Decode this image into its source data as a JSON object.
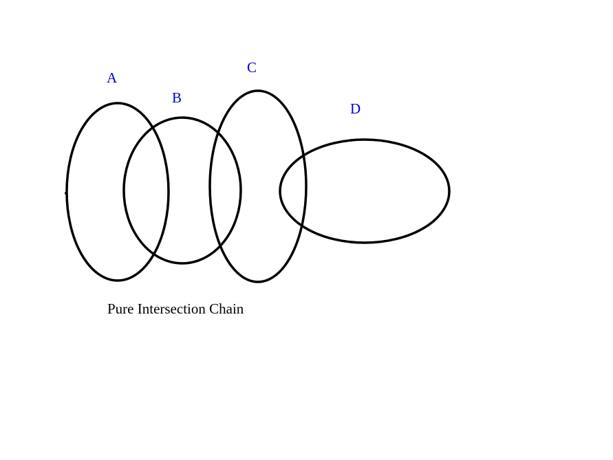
{
  "diagram": {
    "caption": "Pure Intersection Chain",
    "sets": [
      {
        "label": "A"
      },
      {
        "label": "B"
      },
      {
        "label": "C"
      },
      {
        "label": "D"
      }
    ],
    "colors": {
      "set_label": "#0000cc",
      "ellipse_stroke": "#000000",
      "background": "#ffffff"
    }
  }
}
